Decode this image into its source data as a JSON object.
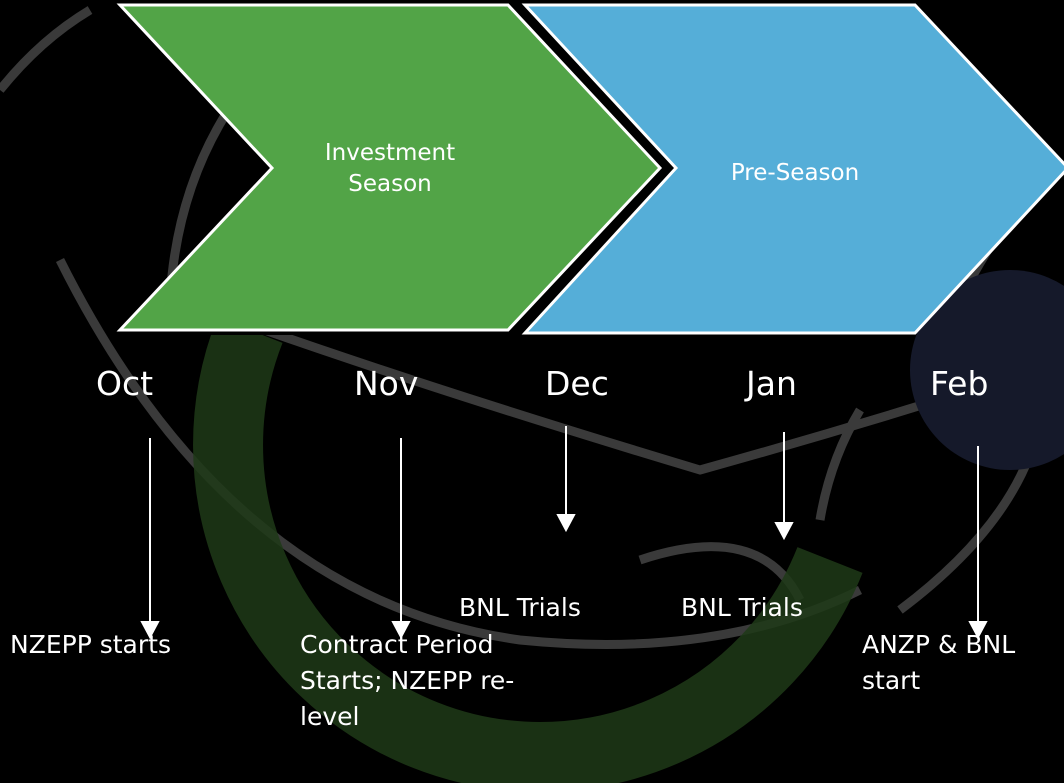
{
  "chevrons": [
    {
      "label_line1": "Investment",
      "label_line2": "Season",
      "color": "#52A447"
    },
    {
      "label_line1": "Pre-Season",
      "label_line2": "",
      "color": "#55AED8"
    }
  ],
  "months": [
    "Oct",
    "Nov",
    "Dec",
    "Jan",
    "Feb"
  ],
  "events": {
    "oct": [
      "NZEPP starts"
    ],
    "nov": [
      "Contract Period",
      "Starts; NZEPP re-",
      "level"
    ],
    "dec": [
      "BNL Trials"
    ],
    "jan": [
      "BNL Trials"
    ],
    "feb": [
      "ANZP & BNL",
      "start"
    ]
  },
  "colors": {
    "background": "#000000",
    "arrow": "#FFFFFF",
    "green_arc": "#1E3A17"
  }
}
